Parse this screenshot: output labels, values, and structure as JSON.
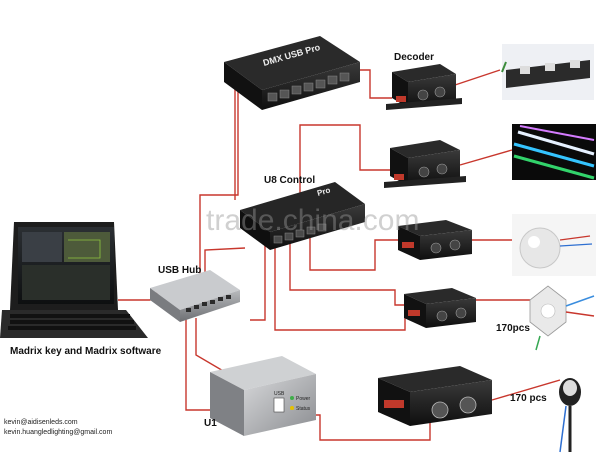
{
  "labels": {
    "decoder": "Decoder",
    "u8_control": "U8 Control",
    "usb_hub": "USB Hub",
    "laptop_caption": "Madrix key and Madrix software",
    "u1": "U1",
    "qty_1": "170pcs",
    "qty_2": "170 pcs"
  },
  "device_text": {
    "dmx_usb_pro_top": "DMX USB Pro",
    "dmx_usb_pro_mid": "Pro",
    "u1_port": "USB",
    "u1_power": "Power",
    "u1_status": "Status"
  },
  "contacts": {
    "email_1": "kevin@aidisenleds.com",
    "email_2": "kevin.huangledlighting@gmail.com"
  },
  "watermark": "trade.china.com",
  "colors": {
    "cable": "#c8372d",
    "device_dark": "#1b1b1b",
    "hub_gray": "#8d8f93",
    "u1_silver": "#a7a9ac"
  }
}
